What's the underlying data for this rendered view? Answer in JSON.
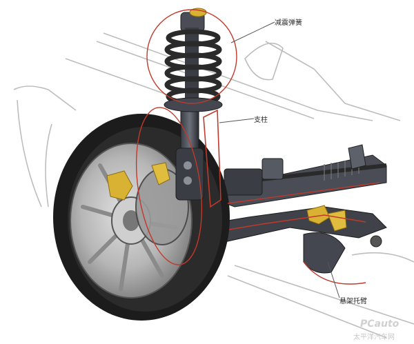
{
  "labels": {
    "spring_damper": "减震弹簧",
    "strut": "支柱",
    "control_arm": "悬架托臂"
  },
  "watermark": {
    "logo": "PCauto",
    "text": "太平洋汽车网"
  },
  "colors": {
    "body_line": "#b9b9b9",
    "highlight": "#c0392b",
    "spring": "#2a2a2a",
    "tire": "#1c1c1c",
    "rim": "#b8b8b8",
    "bracket_gold": "#d9b233",
    "leader": "#555555"
  },
  "icons": [
    "car-body-outline",
    "coil-spring",
    "strut",
    "wheel",
    "control-arm",
    "steering-rack"
  ]
}
